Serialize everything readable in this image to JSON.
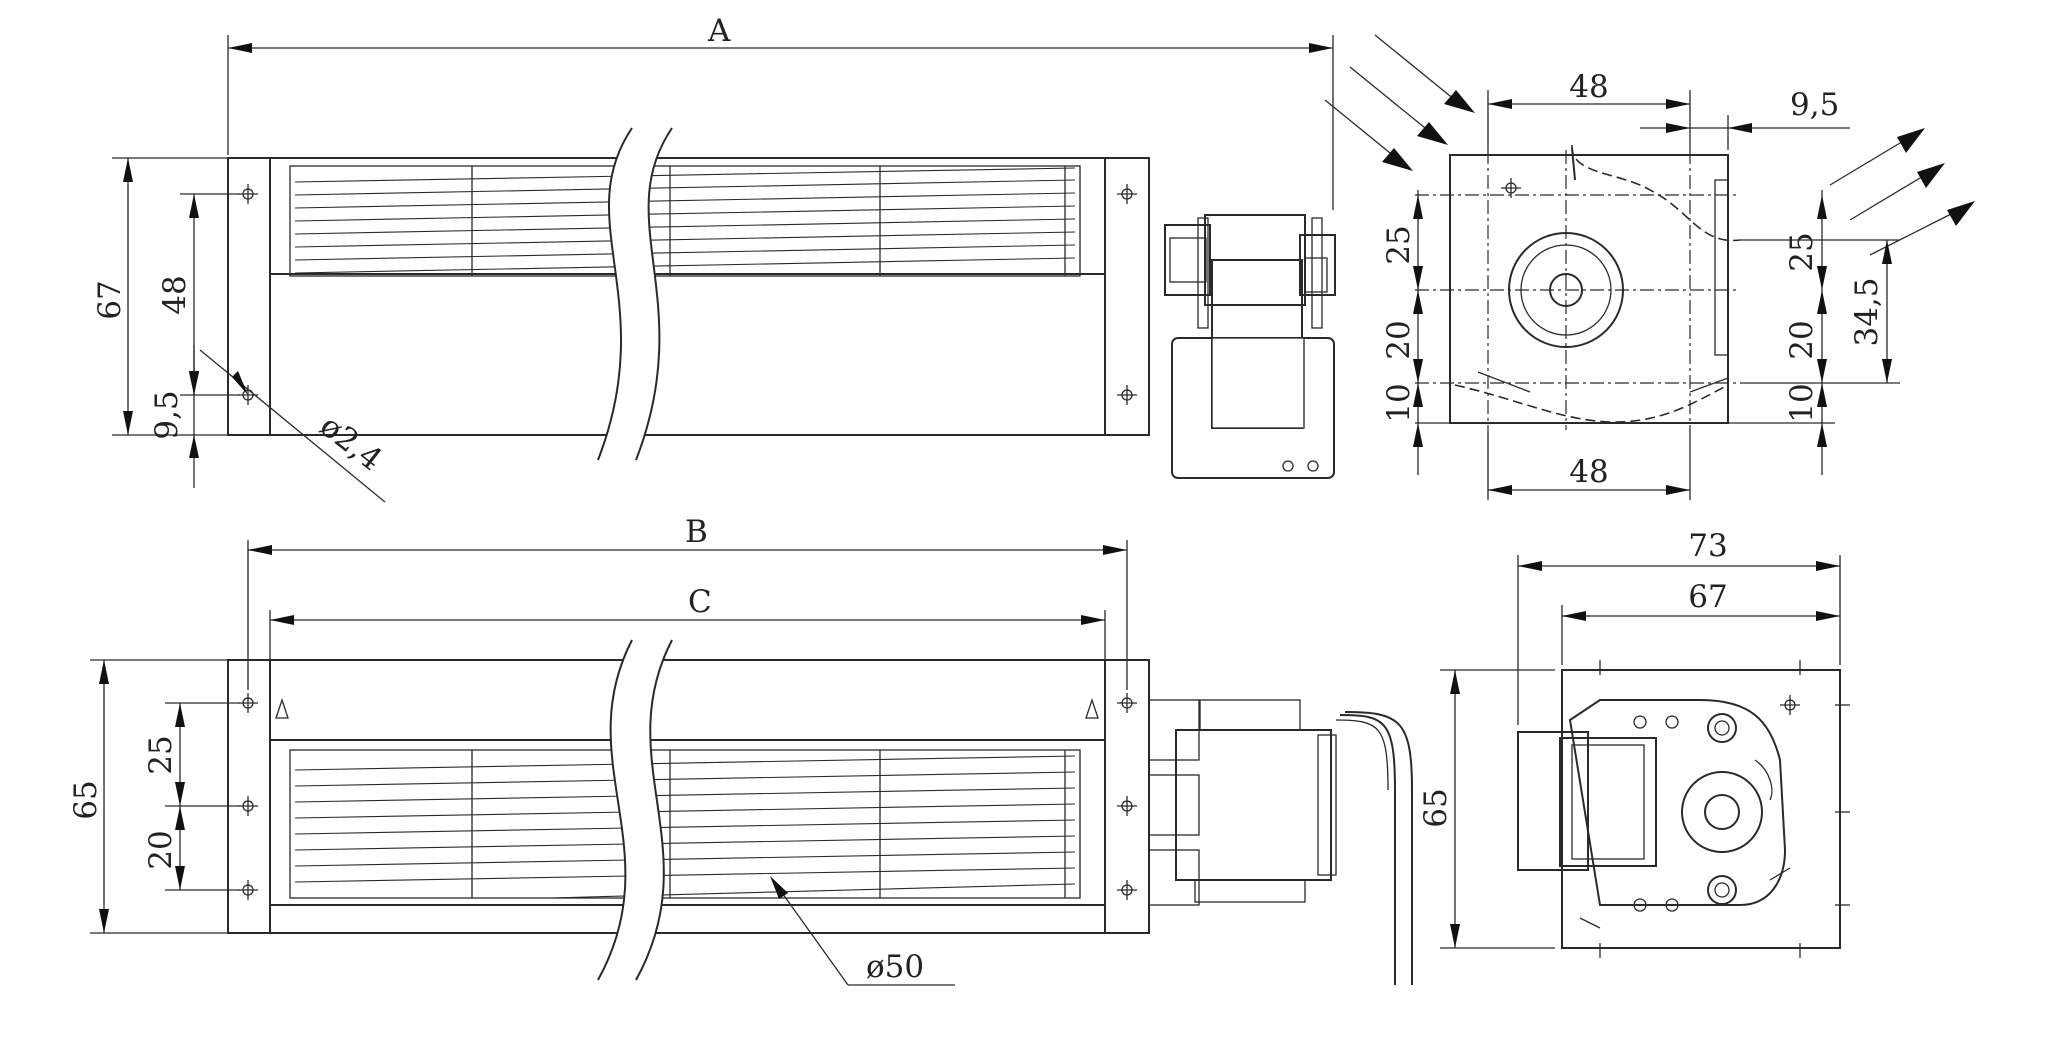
{
  "labels": {
    "A": "A",
    "B": "B",
    "C": "C",
    "phi50": "ø50",
    "phi24": "ø2,4"
  },
  "dims": {
    "top_front": {
      "height": "67",
      "holes": "48",
      "offset": "9,5"
    },
    "top_side": {
      "top_width": "48",
      "bottom_width": "48",
      "right_offset": "9,5",
      "left_a": "25",
      "left_b": "20",
      "left_c": "10",
      "right_a": "25",
      "right_b": "20",
      "right_c": "10",
      "right_d": "34,5"
    },
    "bottom_front": {
      "height": "65",
      "upper": "25",
      "lower": "20"
    },
    "bottom_side": {
      "width_outer": "73",
      "width_inner": "67",
      "height": "65"
    }
  },
  "icons": {
    "airflow_in": "arrow-in-icon",
    "airflow_out": "arrow-out-icon",
    "mount_hole": "crosshair-hole-icon"
  }
}
